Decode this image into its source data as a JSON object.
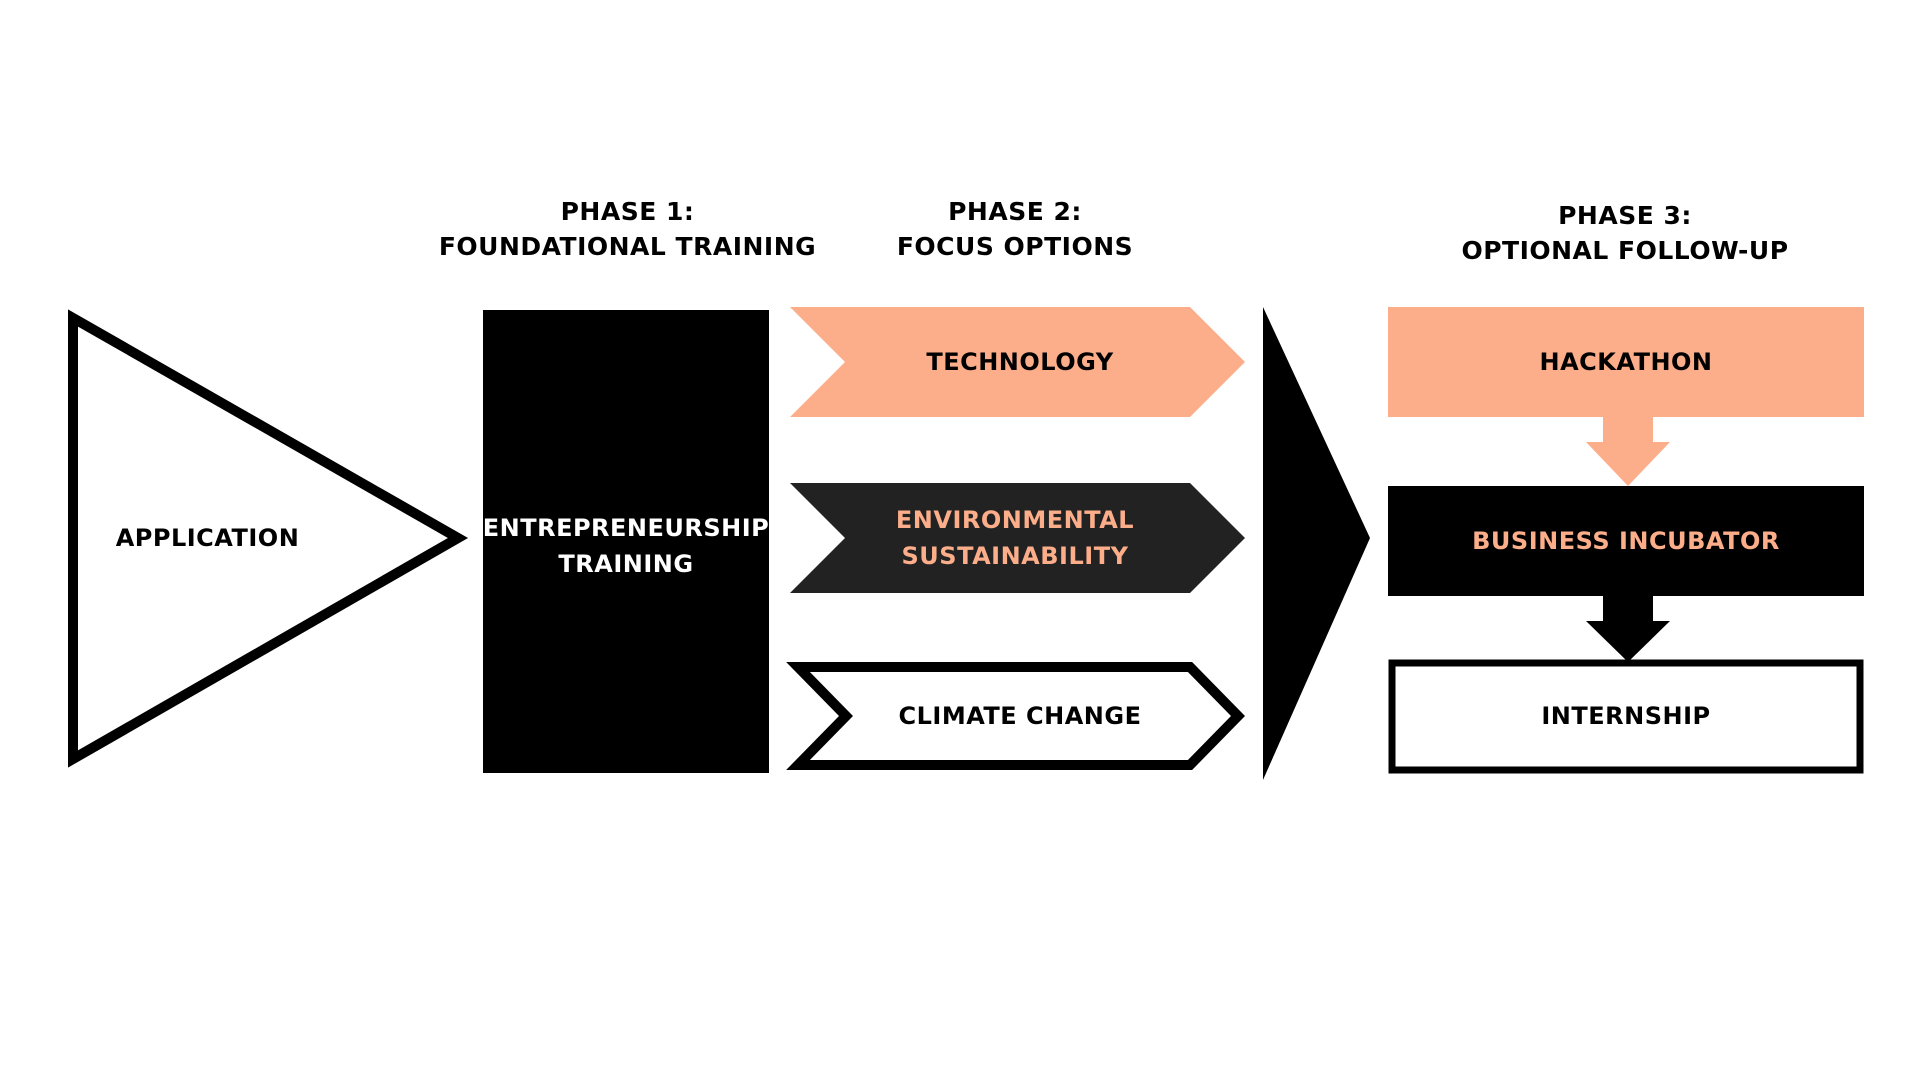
{
  "colors": {
    "accent": "#FCAD8A",
    "dark": "#222222",
    "black": "#000000",
    "white": "#FFFFFF"
  },
  "phases": {
    "phase1": "PHASE 1:\nFOUNDATIONAL TRAINING",
    "phase2": "PHASE 2:\nFOCUS OPTIONS",
    "phase3": "PHASE 3:\nOPTIONAL FOLLOW-UP"
  },
  "nodes": {
    "application": "APPLICATION",
    "entrepreneurship": "ENTREPRENEURSHIP\nTRAINING",
    "technology": "TECHNOLOGY",
    "environmental": "ENVIRONMENTAL\nSUSTAINABILITY",
    "climate": "CLIMATE CHANGE",
    "hackathon": "HACKATHON",
    "incubator": "BUSINESS INCUBATOR",
    "internship": "INTERNSHIP"
  }
}
